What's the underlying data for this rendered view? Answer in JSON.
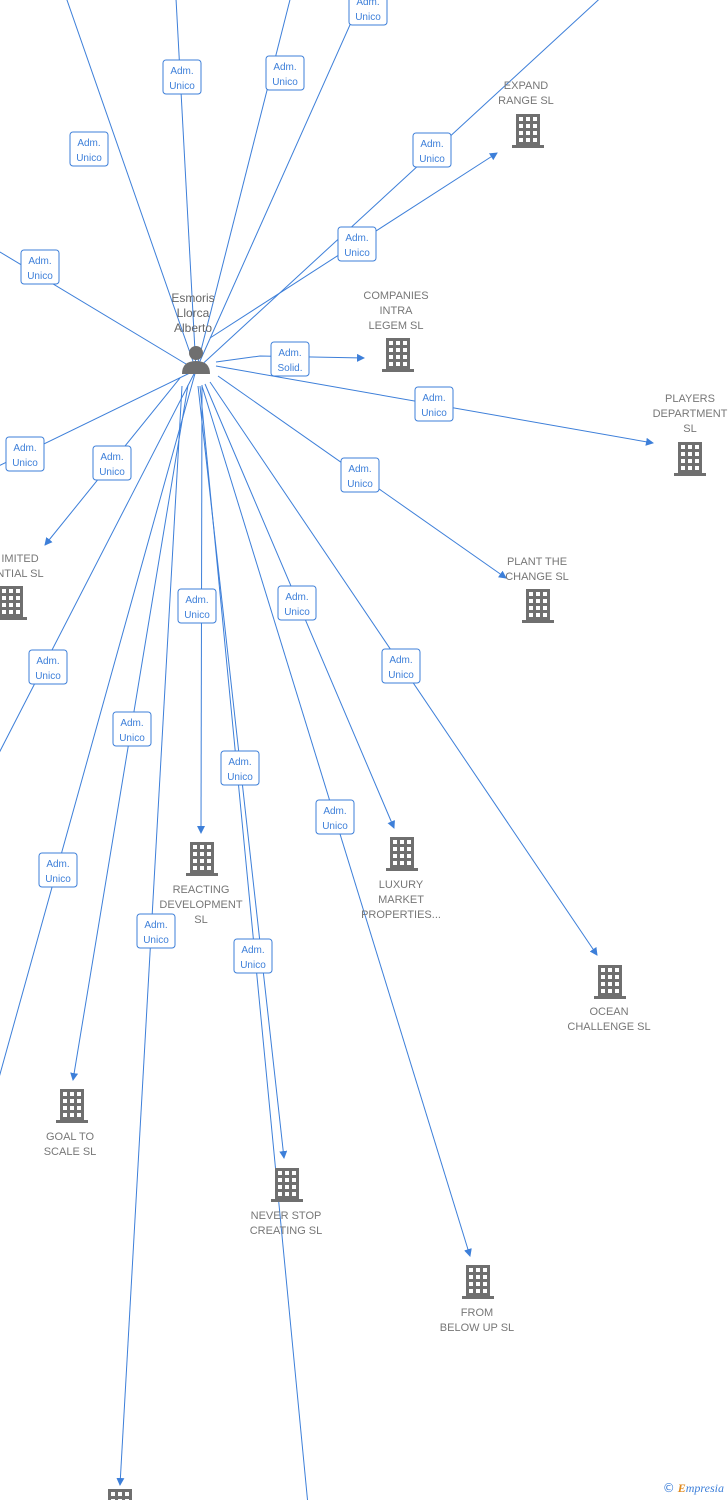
{
  "center": {
    "id": "person",
    "lines": [
      "Esmoris",
      "Llorca",
      "Alberto"
    ],
    "icon": "person-icon"
  },
  "companies": [
    {
      "id": "expand",
      "lines": [
        "EXPAND",
        "RANGE  SL"
      ],
      "icon": "building-icon"
    },
    {
      "id": "companies",
      "lines": [
        "COMPANIES",
        "INTRA",
        "LEGEM SL"
      ],
      "icon": "building-icon"
    },
    {
      "id": "players",
      "lines": [
        "PLAYERS",
        "DEPARTMENT",
        "SL"
      ],
      "icon": "building-icon"
    },
    {
      "id": "plant",
      "lines": [
        "PLANT THE",
        "CHANGE  SL"
      ],
      "icon": "building-icon"
    },
    {
      "id": "limited",
      "lines": [
        "IMITED",
        "NTIAL  SL"
      ],
      "icon": "building-icon"
    },
    {
      "id": "reacting",
      "lines": [
        "REACTING",
        "DEVELOPMENT",
        "SL"
      ],
      "icon": "building-icon"
    },
    {
      "id": "luxury",
      "lines": [
        "LUXURY",
        "MARKET",
        "PROPERTIES..."
      ],
      "icon": "building-icon"
    },
    {
      "id": "ocean",
      "lines": [
        "OCEAN",
        "CHALLENGE  SL"
      ],
      "icon": "building-icon"
    },
    {
      "id": "goal",
      "lines": [
        "GOAL TO",
        "SCALE  SL"
      ],
      "icon": "building-icon"
    },
    {
      "id": "never",
      "lines": [
        "NEVER STOP",
        "CREATING  SL"
      ],
      "icon": "building-icon"
    },
    {
      "id": "below",
      "lines": [
        "FROM",
        "BELOW UP  SL"
      ],
      "icon": "building-icon"
    },
    {
      "id": "bottom",
      "lines": [],
      "icon": "building-icon"
    }
  ],
  "relations": [
    {
      "id": "r1",
      "target": "top-a",
      "lines": [
        "Adm.",
        "Unico"
      ]
    },
    {
      "id": "r2",
      "target": "top-b",
      "lines": [
        "Adm.",
        "Unico"
      ]
    },
    {
      "id": "r3",
      "target": "top-c",
      "lines": [
        "Adm.",
        "Unico"
      ]
    },
    {
      "id": "r4",
      "target": "top-d",
      "lines": [
        "Adm.",
        "Unico"
      ]
    },
    {
      "id": "r5",
      "target": "left-a",
      "lines": [
        "Adm.",
        "Unico"
      ]
    },
    {
      "id": "r6",
      "target": "expand-top",
      "lines": [
        "Adm.",
        "Unico"
      ]
    },
    {
      "id": "r7",
      "target": "expand",
      "lines": [
        "Adm.",
        "Unico"
      ]
    },
    {
      "id": "r8",
      "target": "companies",
      "lines": [
        "Adm.",
        "Solid."
      ]
    },
    {
      "id": "r9",
      "target": "players",
      "lines": [
        "Adm.",
        "Unico"
      ]
    },
    {
      "id": "r10",
      "target": "plant",
      "lines": [
        "Adm.",
        "Unico"
      ]
    },
    {
      "id": "r11",
      "target": "left-b",
      "lines": [
        "Adm.",
        "Unico"
      ]
    },
    {
      "id": "r12",
      "target": "limited",
      "lines": [
        "Adm.",
        "Unico"
      ]
    },
    {
      "id": "r13",
      "target": "left-c",
      "lines": [
        "Adm.",
        "Unico"
      ]
    },
    {
      "id": "r14",
      "target": "reacting",
      "lines": [
        "Adm.",
        "Unico"
      ]
    },
    {
      "id": "r15",
      "target": "luxury",
      "lines": [
        "Adm.",
        "Unico"
      ]
    },
    {
      "id": "r16",
      "target": "ocean",
      "lines": [
        "Adm.",
        "Unico"
      ]
    },
    {
      "id": "r17",
      "target": "goal",
      "lines": [
        "Adm.",
        "Unico"
      ]
    },
    {
      "id": "r18",
      "target": "never",
      "lines": [
        "Adm.",
        "Unico"
      ]
    },
    {
      "id": "r19",
      "target": "below",
      "lines": [
        "Adm.",
        "Unico"
      ]
    },
    {
      "id": "r20",
      "target": "left-d",
      "lines": [
        "Adm.",
        "Unico"
      ]
    },
    {
      "id": "r21",
      "target": "bottom",
      "lines": [
        "Adm.",
        "Unico"
      ]
    },
    {
      "id": "r22",
      "target": "bottom-b",
      "lines": [
        "Adm.",
        "Unico"
      ]
    }
  ],
  "footer": {
    "copyright": "©",
    "brand_initial": "E",
    "brand_rest": "mpresia"
  }
}
